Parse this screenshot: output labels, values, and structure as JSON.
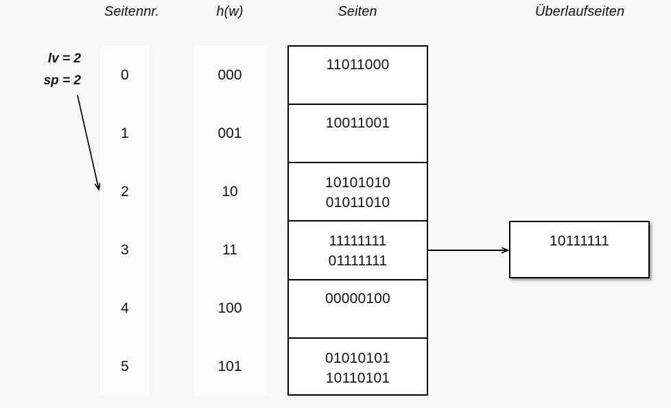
{
  "headers": {
    "seitennr": "Seitennr.",
    "hw": "h(w)",
    "seiten": "Seiten",
    "ueberlaufseiten": "Überlaufseiten"
  },
  "params": {
    "lv": "lv = 2",
    "sp": "sp = 2"
  },
  "rows": [
    {
      "seitennr": "0",
      "hw": "000",
      "lines": [
        "11011000"
      ]
    },
    {
      "seitennr": "1",
      "hw": "001",
      "lines": [
        "10011001"
      ]
    },
    {
      "seitennr": "2",
      "hw": "10",
      "lines": [
        "10101010",
        "01011010"
      ]
    },
    {
      "seitennr": "3",
      "hw": "11",
      "lines": [
        "11111111",
        "01111111"
      ]
    },
    {
      "seitennr": "4",
      "hw": "100",
      "lines": [
        "00000100"
      ]
    },
    {
      "seitennr": "5",
      "hw": "101",
      "lines": [
        "01010101",
        "10110101"
      ]
    }
  ],
  "overflow_pages": [
    {
      "lines": [
        "10111111"
      ],
      "from_row": 3
    }
  ],
  "colors": {
    "page_background": "#f7f7f7",
    "column_background": "#fcfcfc",
    "box_background": "#ffffff",
    "stroke": "#000000",
    "text": "#15130f"
  }
}
